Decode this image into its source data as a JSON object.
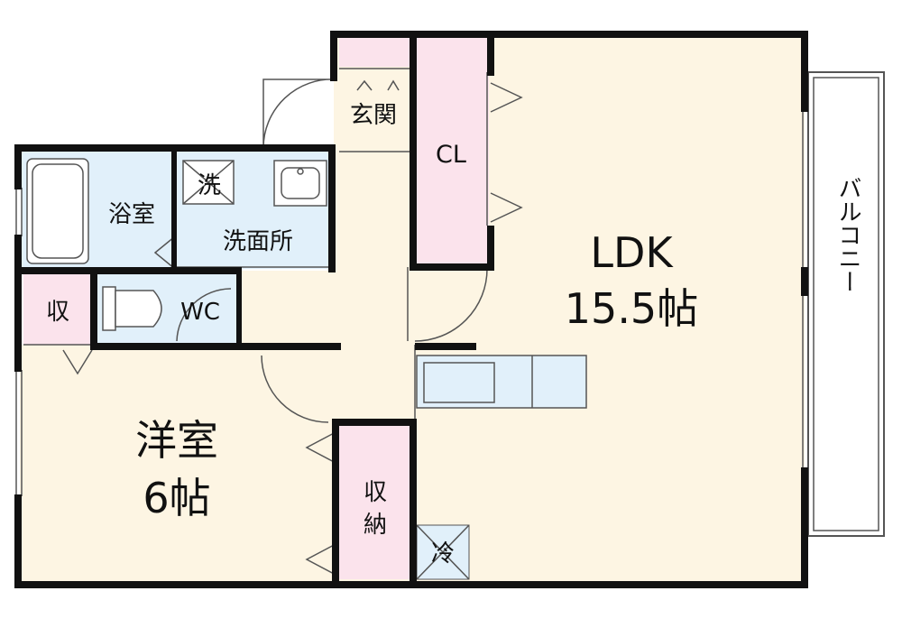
{
  "colors": {
    "room_floor": "#fdf5e3",
    "wet_area": "#e1f0fa",
    "storage": "#fbe3ec",
    "wall": "#111111",
    "balcony": "#ffffff",
    "thin_line": "#555555"
  },
  "rooms": {
    "ldk": {
      "name": "LDK",
      "size": "15.5帖"
    },
    "western": {
      "name": "洋室",
      "size": "6帖"
    },
    "entrance": "玄関",
    "closet": "CL",
    "bath": "浴室",
    "washer": "洗",
    "washroom": "洗面所",
    "wc": "WC",
    "storage_small": "収",
    "storage_closet": [
      "収",
      "納"
    ],
    "fridge": "冷",
    "balcony": "バルコニー"
  }
}
